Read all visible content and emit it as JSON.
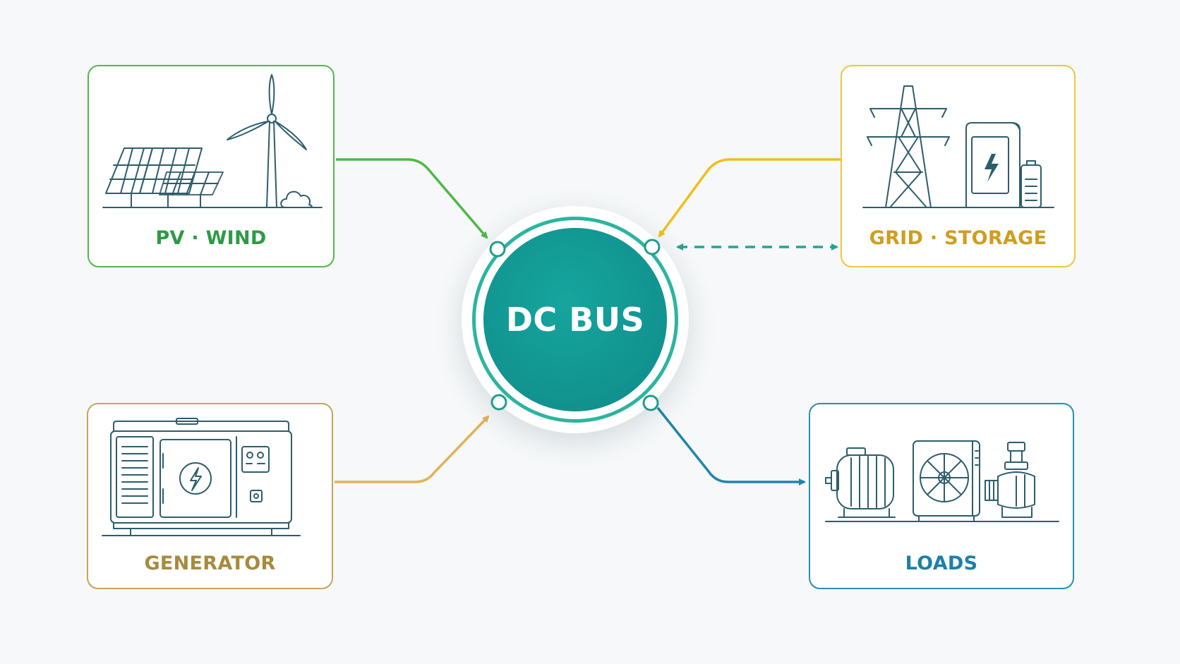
{
  "center": {
    "label": "DC BUS",
    "color": "#119692"
  },
  "nodes": {
    "pv_wind": {
      "label": "PV · WIND",
      "color": "#2f9a45"
    },
    "grid_storage": {
      "label": "GRID · STORAGE",
      "color": "#cf9d1f"
    },
    "generator": {
      "label": "GENERATOR",
      "color": "#a88a3e"
    },
    "loads": {
      "label": "LOADS",
      "color": "#1f7fa6"
    }
  },
  "links": [
    {
      "from": "pv_wind",
      "to": "dc_bus",
      "style": "solid",
      "color": "#4fb844"
    },
    {
      "from": "grid_storage",
      "to": "dc_bus",
      "style": "solid",
      "color": "#f2bd1d"
    },
    {
      "from": "dc_bus",
      "to": "grid_storage",
      "style": "dashed-bidirectional",
      "color": "#23a592"
    },
    {
      "from": "generator",
      "to": "dc_bus",
      "style": "solid",
      "color": "#dfb357"
    },
    {
      "from": "dc_bus",
      "to": "loads",
      "style": "solid",
      "color": "#1f86ab"
    }
  ],
  "icons": [
    "solar-panel-icon",
    "wind-turbine-icon",
    "tree-icon",
    "transmission-tower-icon",
    "battery-cabinet-icon",
    "battery-icon",
    "generator-icon",
    "motor-icon",
    "fan-unit-icon",
    "pump-icon"
  ]
}
